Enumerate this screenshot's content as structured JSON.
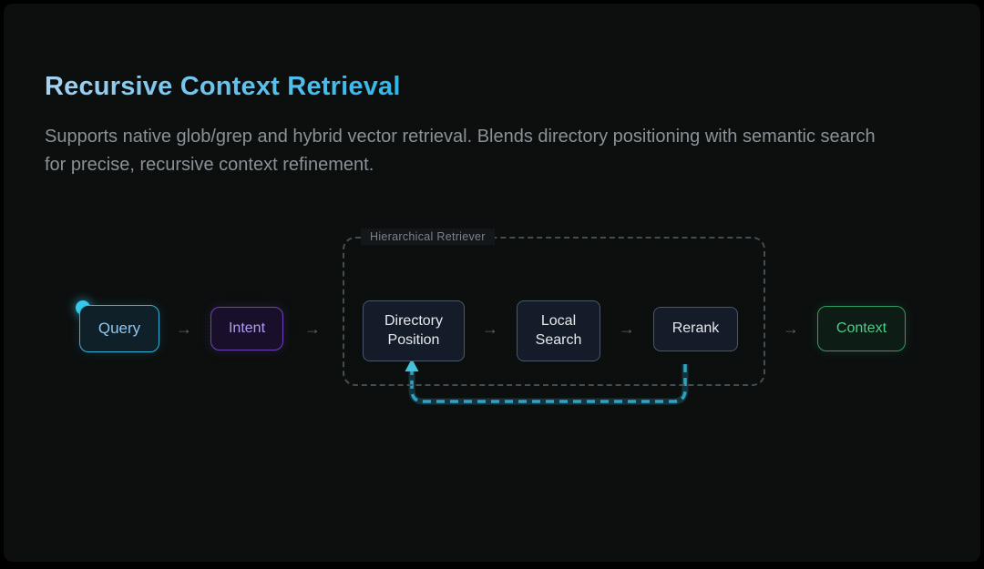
{
  "header": {
    "title": "Recursive Context Retrieval",
    "subtitle": "Supports native glob/grep and hybrid vector retrieval. Blends directory positioning with semantic search for precise, recursive context refinement."
  },
  "diagram": {
    "group": {
      "label": "Hierarchical Retriever"
    },
    "nodes": [
      {
        "id": "query",
        "label": "Query",
        "accent": "#2fb4d9"
      },
      {
        "id": "intent",
        "label": "Intent",
        "accent": "#6f42bd"
      },
      {
        "id": "directory-position",
        "label": "Directory Position",
        "accent": "#4b586a"
      },
      {
        "id": "local-search",
        "label": "Local Search",
        "accent": "#4b586a"
      },
      {
        "id": "rerank",
        "label": "Rerank",
        "accent": "#4b586a"
      },
      {
        "id": "context",
        "label": "Context",
        "accent": "#2f9c62"
      }
    ],
    "arrow_glyph": "→",
    "feedback_loop": {
      "from": "rerank",
      "to": "directory-position",
      "style": "dashed",
      "color": "#2fa3bf"
    },
    "start_marker_color": "#38c9ec"
  },
  "colors": {
    "background": "#0b0d0c",
    "title_gradient_start": "#a7d2f3",
    "title_gradient_end": "#2db8e9",
    "subtitle_text": "#8b9197",
    "group_border": "#454d53",
    "group_label_text": "#7c8389",
    "connector_arrow": "#5a626a"
  }
}
